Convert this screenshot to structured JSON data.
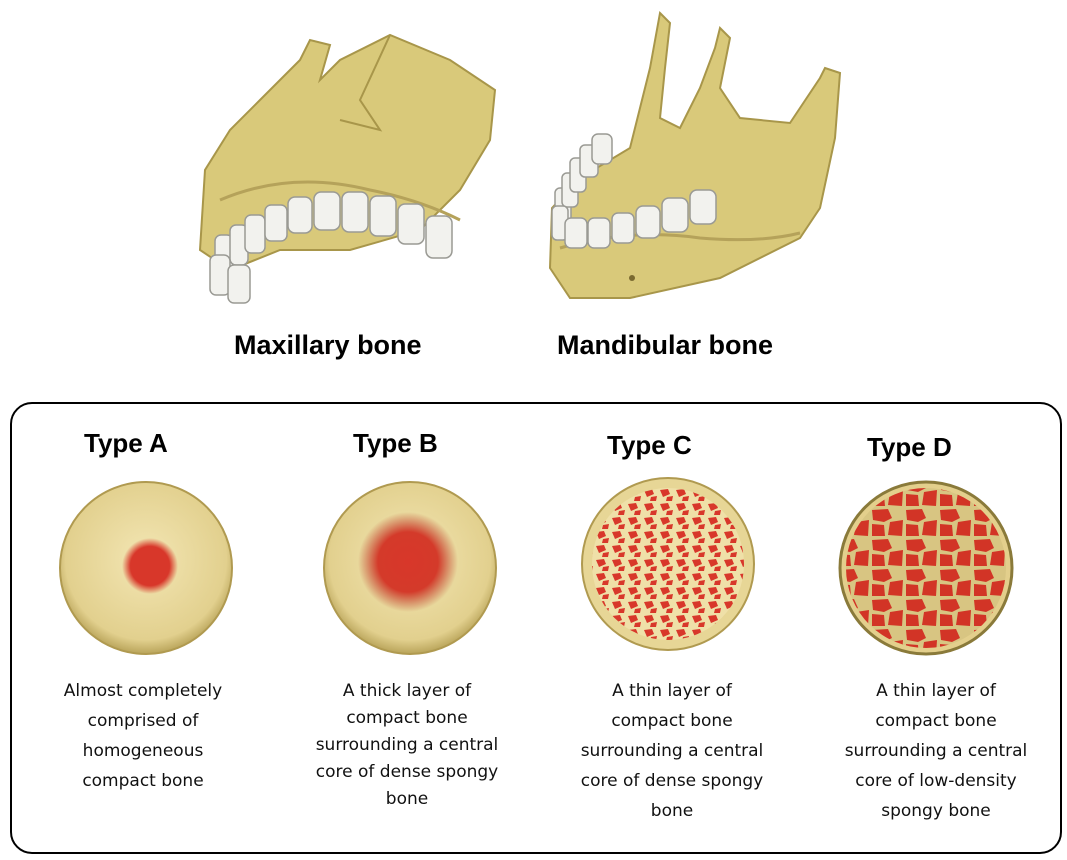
{
  "bones": [
    {
      "label": "Maxillary bone"
    },
    {
      "label": "Mandibular bone"
    }
  ],
  "types": [
    {
      "title": "Type A",
      "lines": [
        "Almost completely",
        "comprised of",
        "homogeneous",
        "compact bone"
      ]
    },
    {
      "title": "Type B",
      "lines": [
        "A thick layer of",
        "compact bone",
        "surrounding a central",
        "core of dense spongy",
        "bone"
      ]
    },
    {
      "title": "Type C",
      "lines": [
        "A thin layer of",
        "compact bone",
        "surrounding a central",
        "core of dense spongy",
        "bone"
      ]
    },
    {
      "title": "Type D",
      "lines": [
        "A thin layer of",
        "compact bone",
        "surrounding a central",
        "core of low-density",
        "spongy bone"
      ]
    }
  ],
  "colors": {
    "bone": "#d9c97a",
    "bone_dark": "#a8964a",
    "tooth": "#f2f2ee",
    "marrow": "#d8372a",
    "disc": "#e4d49a"
  }
}
